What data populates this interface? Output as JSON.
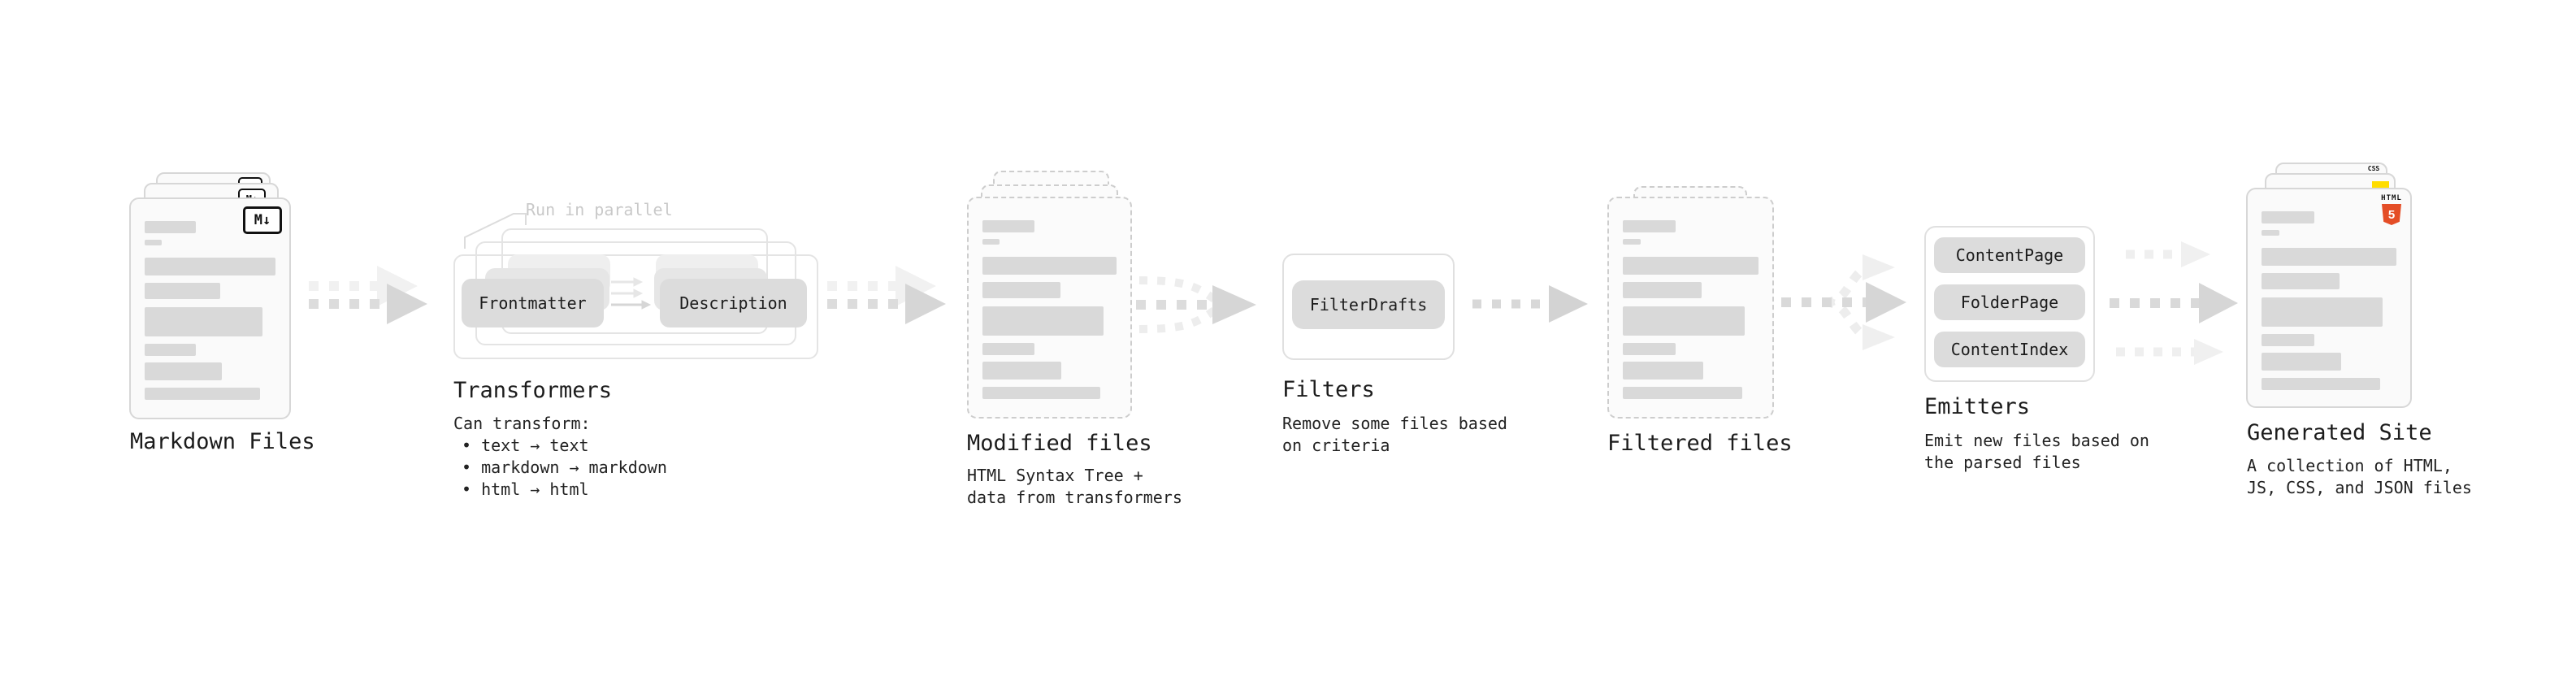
{
  "pipeline": {
    "markdown_files": {
      "title": "Markdown Files",
      "badge": "M↓"
    },
    "transformers": {
      "title": "Transformers",
      "note": "Run in parallel",
      "stages": [
        "Frontmatter",
        "Description"
      ],
      "description": [
        "Can transform:",
        "• text → text",
        "• markdown → markdown",
        "• html → html"
      ]
    },
    "modified_files": {
      "title": "Modified files",
      "subtitle": [
        "HTML Syntax Tree +",
        "data from transformers"
      ]
    },
    "filters": {
      "title": "Filters",
      "items": [
        "FilterDrafts"
      ],
      "subtitle": [
        "Remove some files based",
        "on criteria"
      ]
    },
    "filtered_files": {
      "title": "Filtered files"
    },
    "emitters": {
      "title": "Emitters",
      "items": [
        "ContentPage",
        "FolderPage",
        "ContentIndex"
      ],
      "subtitle": [
        "Emit new files based on",
        "the parsed files"
      ]
    },
    "generated_site": {
      "title": "Generated Site",
      "subtitle": [
        "A collection of HTML,",
        "JS, CSS, and JSON files"
      ],
      "badges": {
        "css": "CSS",
        "html": "HTML",
        "html5_number": "5"
      }
    }
  },
  "colors": {
    "accent_orange": "#e44d26",
    "accent_yellow": "#ffdd00",
    "accent_blue": "#2563eb"
  }
}
